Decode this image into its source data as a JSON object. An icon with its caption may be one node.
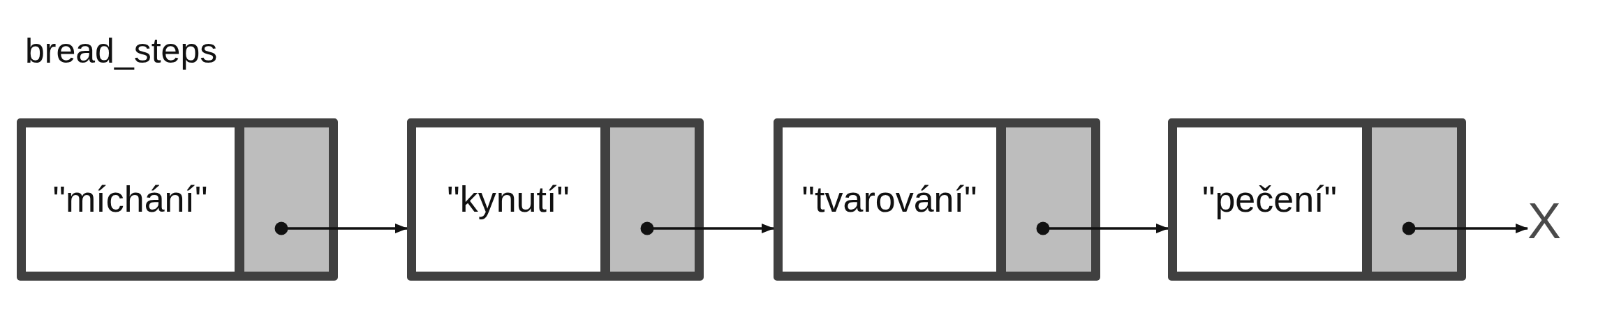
{
  "diagram": {
    "title": "bread_steps",
    "nodes": [
      {
        "text": [
          "\"míchání\""
        ]
      },
      {
        "text": [],
        "shape": "box",
        "in": 0
      },
      {
        "text": [
          "\"kynutí\""
        ]
      },
      {
        "text": [],
        "shape": "box",
        "in": 2
      },
      {
        "text": [
          "\"tvarování\""
        ]
      },
      {
        "text": [],
        "shape": "box",
        "in": 4
      },
      {
        "text": [
          "\"pečení\""
        ]
      },
      {
        "text": [],
        "shape": "box",
        "in": 6
      },
      {
        "text": [
          "X"
        ]
      }
    ],
    "edges": [
      {
        "from": 1,
        "to": 2,
        "arrow": "to"
      },
      {
        "from": 3,
        "to": 4,
        "arrow": "to"
      },
      {
        "from": 5,
        "to": 6,
        "arrow": "to"
      },
      {
        "from": 7,
        "to": 8,
        "arrow": "to"
      }
    ]
  }
}
